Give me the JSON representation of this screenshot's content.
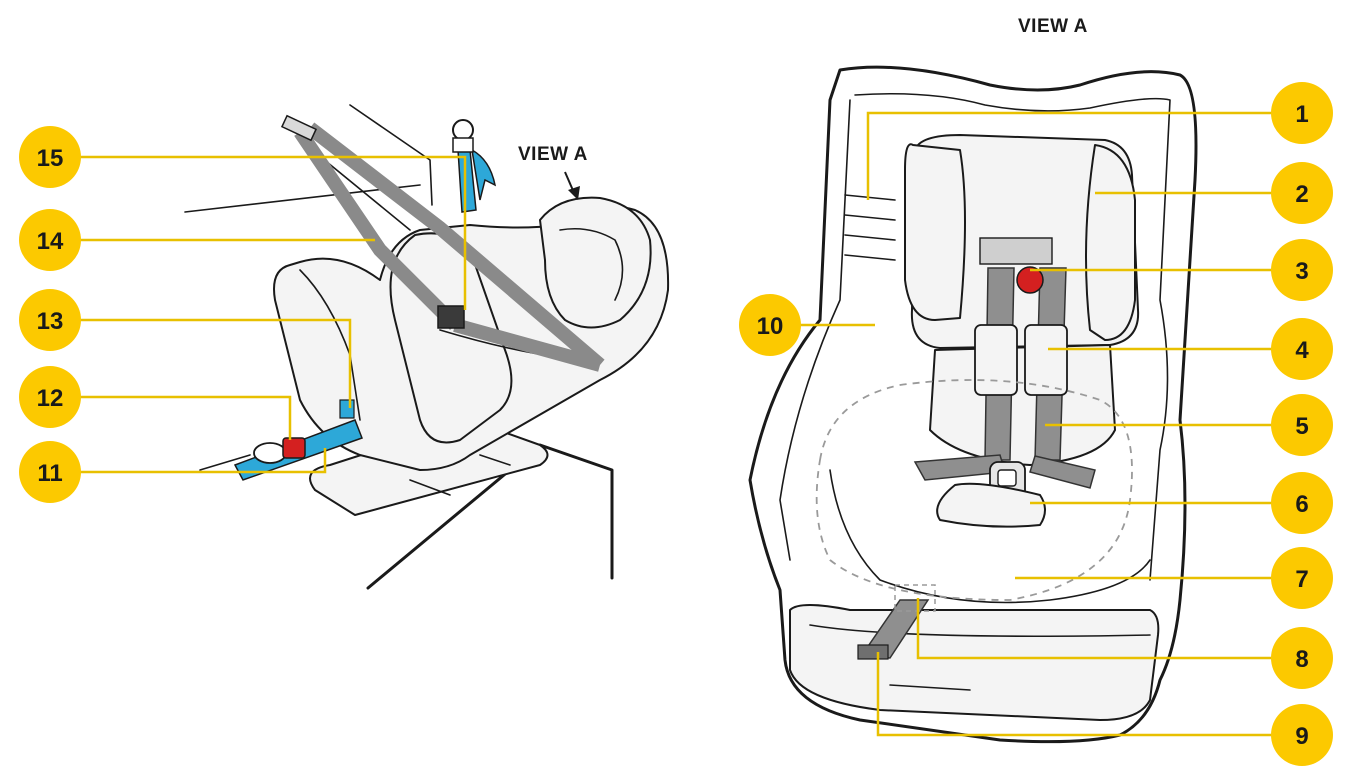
{
  "diagram": {
    "view_labels": {
      "top_right": "VIEW A",
      "side_view_arrow": "VIEW A"
    },
    "callouts": [
      {
        "number": "1"
      },
      {
        "number": "2"
      },
      {
        "number": "3"
      },
      {
        "number": "4"
      },
      {
        "number": "5"
      },
      {
        "number": "6"
      },
      {
        "number": "7"
      },
      {
        "number": "8"
      },
      {
        "number": "9"
      },
      {
        "number": "10"
      },
      {
        "number": "11"
      },
      {
        "number": "12"
      },
      {
        "number": "13"
      },
      {
        "number": "14"
      },
      {
        "number": "15"
      }
    ],
    "colors": {
      "callout_fill": "#fcc900",
      "leader_line": "#e8c000",
      "vehicle_belt": "#2da8d8",
      "harness_strap": "#8f8f8f",
      "red_component": "#d42020",
      "outline": "#1a1a1a"
    }
  }
}
